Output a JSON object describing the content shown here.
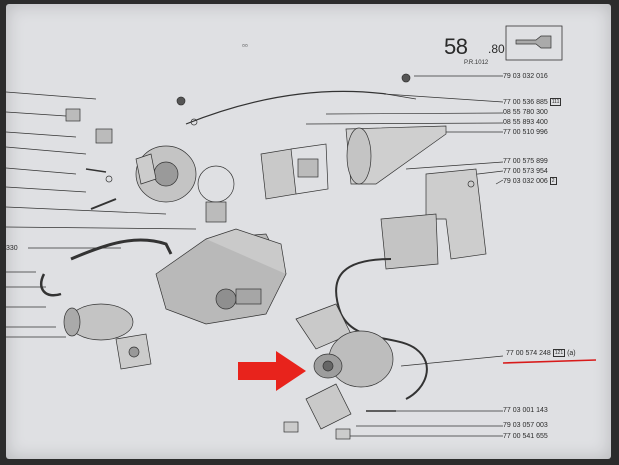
{
  "header": {
    "page_number": "58",
    "page_sub": ".80",
    "page_code": "P.R.1012",
    "top_mark": "▫▫"
  },
  "references": [
    {
      "id": "ref-1",
      "text": "79 03 032 016",
      "mark": ""
    },
    {
      "id": "ref-2",
      "text": "77 00 536 885",
      "mark": "111"
    },
    {
      "id": "ref-3",
      "text": "08 55 780 300",
      "mark": ""
    },
    {
      "id": "ref-4",
      "text": "08 55 893 400",
      "mark": ""
    },
    {
      "id": "ref-5",
      "text": "77 00 510 996",
      "mark": ""
    },
    {
      "id": "ref-6",
      "text": "77 00 575 899",
      "mark": ""
    },
    {
      "id": "ref-7",
      "text": "77 00 573 954",
      "mark": ""
    },
    {
      "id": "ref-8",
      "text": "79 03 032 006",
      "mark": "2"
    },
    {
      "id": "ref-9",
      "text": "77 00 574 248",
      "mark": "121",
      "suffix": "(a)"
    },
    {
      "id": "ref-10",
      "text": "77 03 001 143",
      "mark": ""
    },
    {
      "id": "ref-11",
      "text": "79 03 057 003",
      "mark": ""
    },
    {
      "id": "ref-12",
      "text": "77 00 541 655",
      "mark": ""
    }
  ],
  "left_margin_number": "330",
  "colors": {
    "arrow": "#e8231c",
    "highlight_line": "#d81a1a",
    "paper": "#dfe0e3",
    "ink": "#2b2b2b"
  }
}
